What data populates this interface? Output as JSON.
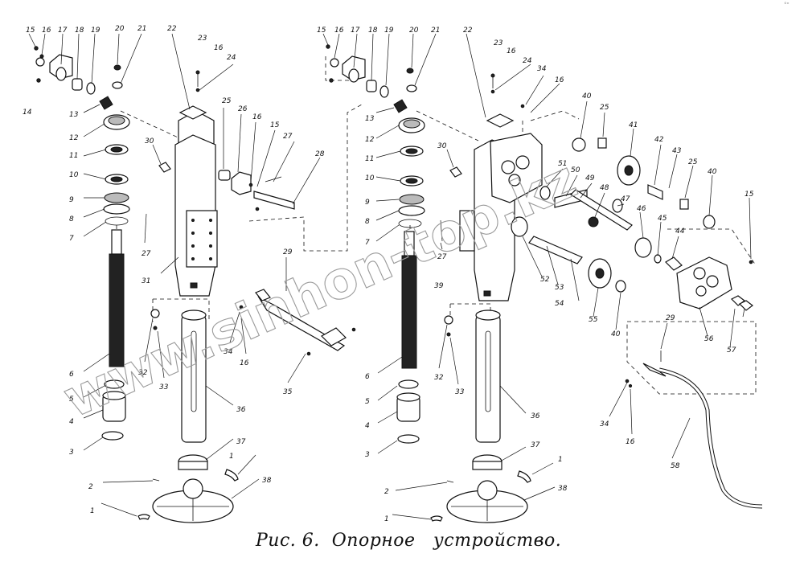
{
  "figure": {
    "caption": "Рис. 6.  Опорное   устройство.",
    "corner_mark": "°\"",
    "watermark": "www.sinhon-top.kz"
  },
  "left_assembly_labels": [
    "1",
    "1",
    "2",
    "3",
    "4",
    "5",
    "6",
    "7",
    "8",
    "9",
    "10",
    "11",
    "12",
    "13",
    "14",
    "15",
    "16",
    "17",
    "18",
    "19",
    "20",
    "21",
    "22",
    "23",
    "16",
    "24",
    "25",
    "26",
    "16",
    "15",
    "27",
    "28",
    "29",
    "30",
    "31",
    "27",
    "32",
    "33",
    "34",
    "16",
    "35",
    "36",
    "37",
    "38"
  ],
  "right_assembly_labels": [
    "1",
    "1",
    "2",
    "3",
    "4",
    "5",
    "6",
    "7",
    "8",
    "9",
    "10",
    "11",
    "12",
    "13",
    "15",
    "16",
    "17",
    "18",
    "19",
    "20",
    "21",
    "22",
    "23",
    "16",
    "24",
    "34",
    "16",
    "25",
    "30",
    "40",
    "41",
    "42",
    "43",
    "25",
    "40",
    "15",
    "51",
    "50",
    "49",
    "48",
    "47",
    "46",
    "45",
    "44",
    "52",
    "53",
    "54",
    "55",
    "40",
    "56",
    "57",
    "39",
    "27",
    "32",
    "33",
    "36",
    "37",
    "38",
    "29",
    "34",
    "16",
    "58"
  ]
}
